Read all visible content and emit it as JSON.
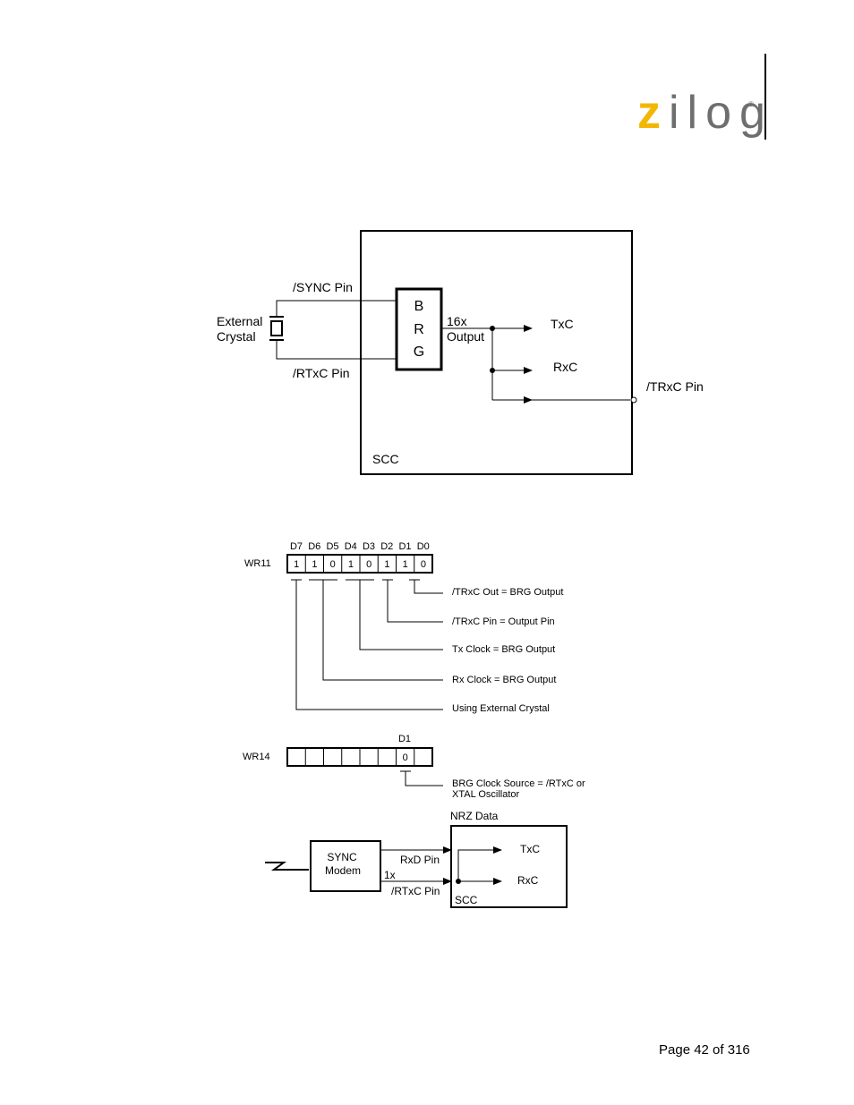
{
  "header": {
    "logo_z": "z",
    "logo_rest": "ilog",
    "logo_reg": "®"
  },
  "diagram1": {
    "sync_pin": "/SYNC Pin",
    "rtxc_pin_in": "/RTxC Pin",
    "external": "External",
    "crystal": "Crystal",
    "brg_b": "B",
    "brg_r": "R",
    "brg_g": "G",
    "out_16x": "16x",
    "out_output": "Output",
    "txc": "TxC",
    "rxc": "RxC",
    "trxc_pin": "/TRxC Pin",
    "scc": "SCC"
  },
  "wr11": {
    "name": "WR11",
    "bit_headers": [
      "D7",
      "D6",
      "D5",
      "D4",
      "D3",
      "D2",
      "D1",
      "D0"
    ],
    "bits": [
      "1",
      "1",
      "0",
      "1",
      "0",
      "1",
      "1",
      "0"
    ],
    "notes": [
      "/TRxC Out = BRG Output",
      "/TRxC Pin = Output Pin",
      "Tx Clock = BRG Output",
      "Rx Clock = BRG Output",
      "Using External Crystal"
    ]
  },
  "wr14": {
    "name": "WR14",
    "bit_header": "D1",
    "bits": [
      "",
      "",
      "",
      "",
      "",
      "",
      "0",
      ""
    ],
    "note_line1": "BRG Clock Source = /RTxC or",
    "note_line2": "XTAL Oscillator"
  },
  "diagram3": {
    "nrz_data": "NRZ Data",
    "sync": "SYNC",
    "modem": "Modem",
    "rxd_pin": "RxD Pin",
    "one_x": "1x",
    "rtxc_pin": "/RTxC Pin",
    "txc": "TxC",
    "rxc": "RxC",
    "scc": "SCC"
  },
  "footer": {
    "page": "Page 42 of 316"
  }
}
